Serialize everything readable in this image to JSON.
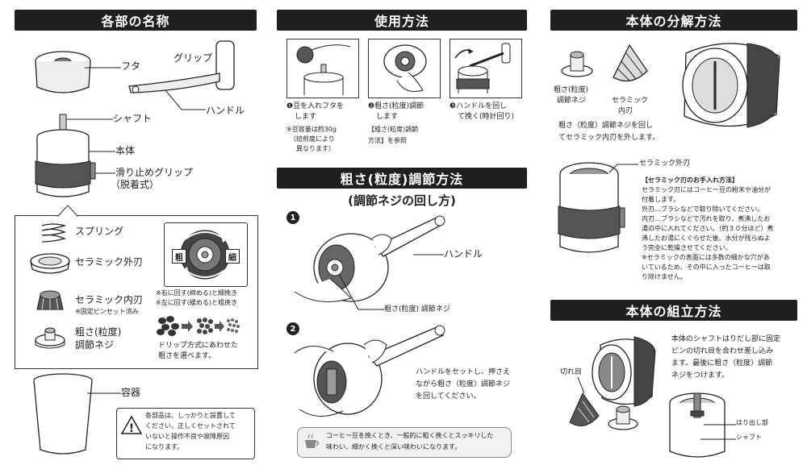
{
  "sections": {
    "parts_title": "各部の名称",
    "usage_title": "使用方法",
    "disassembly_title": "本体の分解方法",
    "grind_title": "粗さ(粒度)調節方法",
    "grind_subtitle": "(調節ネジの回し方)",
    "assembly_title": "本体の組立方法"
  },
  "parts": {
    "lid": "フタ",
    "grip": "グリップ",
    "handle": "ハンドル",
    "shaft": "シャフト",
    "body": "本体",
    "slip_grip": "滑り止めグリップ",
    "slip_grip_note": "（脱着式）",
    "spring": "スプリング",
    "outer_blade": "セラミック外刃",
    "inner_blade": "セラミック内刃",
    "inner_blade_note": "※固定ピンセット済み",
    "adjust_screw_1": "粗さ(粒度)",
    "adjust_screw_2": "調節ネジ",
    "container": "容器",
    "dial_coarse": "粗",
    "dial_fine": "細",
    "dial_note_1": "※右に回す(締める)と細挽き",
    "dial_note_2": "※左に回す(緩める)と粗挽き",
    "drip_1": "ドリップ方式にあわせた",
    "drip_2": "粗さを選べます。",
    "warning": [
      "各部品は、しっかりと設置して",
      "ください。正しくセットされて",
      "いないと操作不良や故障原因",
      "になります。"
    ]
  },
  "usage": {
    "step1": [
      "❶豆を入れフタを",
      "します"
    ],
    "step1_note": [
      "※豆容量は約30g",
      "（焙煎度により",
      "異なります）"
    ],
    "step2": [
      "❷粗さ(粒度)調節",
      "します"
    ],
    "step2_note": [
      "【粗さ(粒度)調節",
      "方法】を参照"
    ],
    "step3": [
      "❸ハンドルを回し",
      "て挽く(時計回り)"
    ]
  },
  "grind": {
    "num1": "1",
    "num2": "2",
    "handle_label": "ハンドル",
    "screw_label": "粗さ(粒度) 調節ネジ",
    "instruction": [
      "ハンドルをセットし、押さえ",
      "ながら粗さ（粒度）調節ネジ",
      "を回してください。"
    ],
    "tip": [
      "コーヒー豆を挽くとき、一般的に粗く挽くとスッキリした",
      "味わい、細かく挽くと深い味わいになります。"
    ]
  },
  "disassembly": {
    "screw_1": "粗さ(粒度)",
    "screw_2": "調節ネジ",
    "inner_1": "セラミック",
    "inner_2": "内刃",
    "desc": [
      "粗さ（粒度）調節ネジを回し",
      "てセラミック内刃を外します。"
    ],
    "outer_label": "セラミック外刃",
    "care": [
      "【セラミック刃のお手入れ方法】",
      "セラミック刃にはコーヒー豆の粉末や油分が",
      "付着します。",
      "",
      "外刃…ブラシなどで取り除いてください。",
      "",
      "内刃…ブラシなどで汚れを取り、煮沸したお",
      "湯の中に入れてください。（約３０分ほど）煮",
      "沸したお湯にくぐらせた後、水分が残らぬよ",
      "う完全に乾燥させてください。",
      "",
      "※セラミックの表面には多数の細かな穴があ",
      "いているため、その中に入ったコーヒーは取",
      "り除けません。"
    ]
  },
  "assembly": {
    "desc": [
      "本体のシャフトはりだし部に固定",
      "ピンの切れ目を合わせ差し込み",
      "ます。最後に粗さ（粒度）調節",
      "ネジをつけます。"
    ],
    "notch": "切れ目",
    "protrusion": "はり出し部",
    "shaft": "シャフト"
  },
  "colors": {
    "header_bg": "#1f1f1f",
    "line": "#222222"
  },
  "icons": {
    "warning": "warning-icon",
    "coffee": "coffee-cup-icon"
  }
}
